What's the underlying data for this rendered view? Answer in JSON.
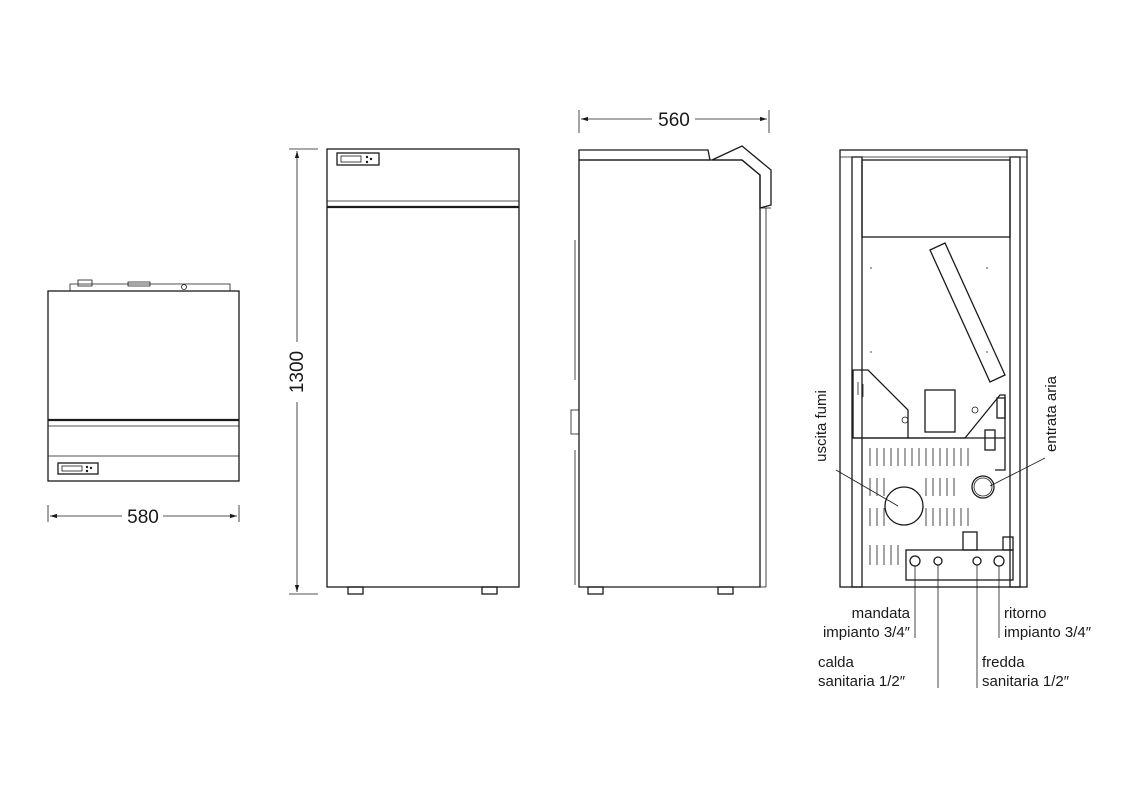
{
  "dimensions": {
    "top_width": "580",
    "height": "1300",
    "depth": "560"
  },
  "labels": {
    "flue_outlet": "uscita fumi",
    "air_inlet": "entrata aria",
    "flow_line1": "mandata",
    "flow_line2": "impianto 3/4″",
    "return_line1": "ritorno",
    "return_line2": "impianto 3/4″",
    "hot_line1": "calda",
    "hot_line2": "sanitaria 1/2″",
    "cold_line1": "fredda",
    "cold_line2": "sanitaria 1/2″"
  },
  "colors": {
    "line": "#1a1a1a",
    "background": "#ffffff"
  }
}
